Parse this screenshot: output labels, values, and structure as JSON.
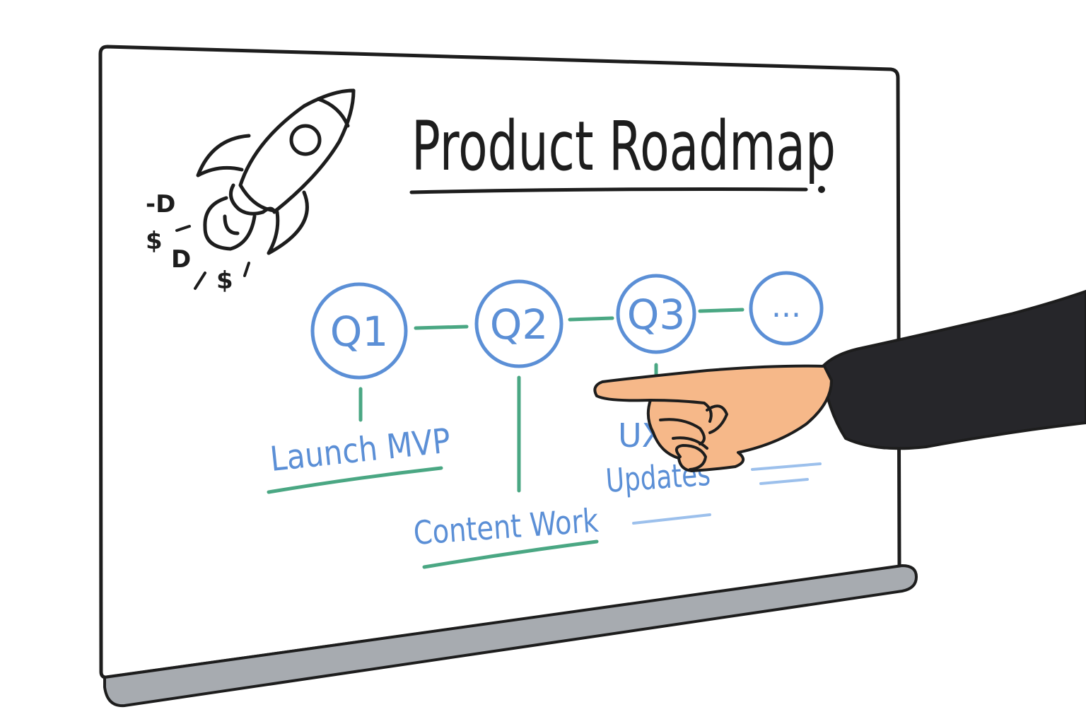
{
  "title": "Product Roadmap",
  "colors": {
    "ink": "#1d1d1d",
    "node_blue": "#5b8fd6",
    "connector_green": "#4aa783",
    "tray_gray": "#a7abb0",
    "skin": "#f6b889",
    "sleeve": "#26262a"
  },
  "rocket": {
    "icon": "rocket-icon",
    "scribbles": [
      "-D",
      "$",
      "D",
      "$"
    ]
  },
  "milestones": [
    {
      "label": "Q1",
      "task": "Launch MVP"
    },
    {
      "label": "Q2",
      "task": "Content Work"
    },
    {
      "label": "Q3",
      "task_line1": "UX",
      "task_line2": "Updates"
    },
    {
      "label": "..."
    }
  ],
  "pointer": {
    "icon": "pointing-hand-icon"
  }
}
